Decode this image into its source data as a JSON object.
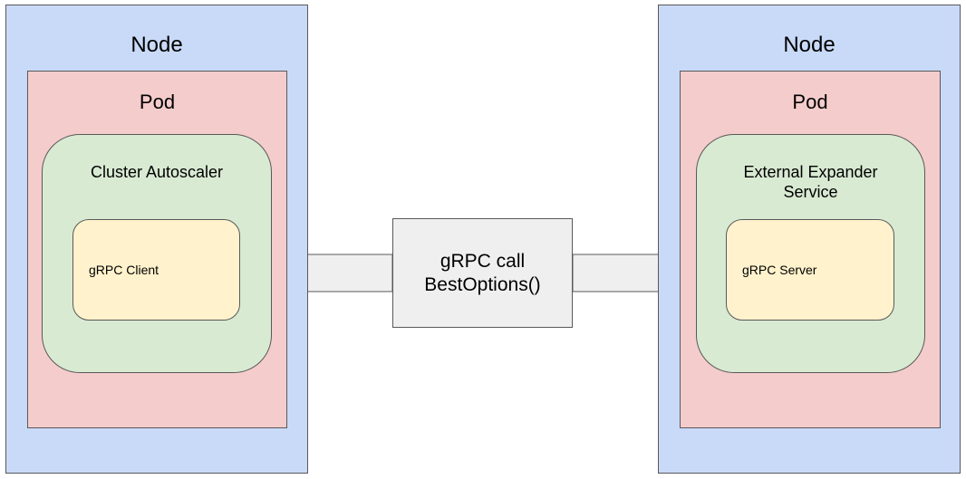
{
  "left": {
    "node_label": "Node",
    "pod_label": "Pod",
    "service_label": "Cluster Autoscaler",
    "grpc_label": "gRPC Client"
  },
  "right": {
    "node_label": "Node",
    "pod_label": "Pod",
    "service_label": "External Expander\nService",
    "grpc_label": "gRPC Server"
  },
  "call": {
    "line1": "gRPC call",
    "line2": "BestOptions()"
  },
  "colors": {
    "node": "#c9daf8",
    "pod": "#f4cccc",
    "service": "#d9ead3",
    "grpc": "#fff2cc",
    "call_box": "#efefef",
    "arrow": "#efefef",
    "stroke": "#595959"
  }
}
